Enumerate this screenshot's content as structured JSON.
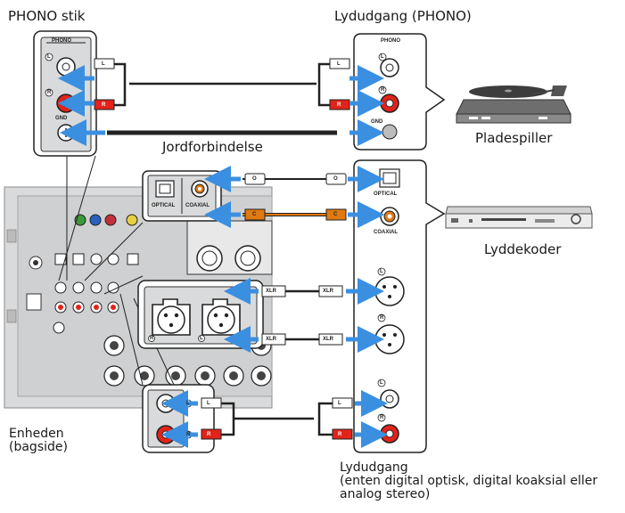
{
  "labels": {
    "phono_jack": "PHONO stik",
    "audio_out_phono": "Lydudgang (PHONO)",
    "turntable": "Pladespiller",
    "ground_connection": "Jordforbindelse",
    "audio_decoder": "Lyddekoder",
    "unit_line1": "Enheden",
    "unit_line2": "(bagside)",
    "audio_out_line1": "Lydudgang",
    "audio_out_line2": "(enten digital optisk, digital koaksial eller",
    "audio_out_line3": "analog stereo)"
  },
  "jack_labels": {
    "phono": "PHONO",
    "gnd": "GND",
    "optical": "OPTICAL",
    "coaxial": "COAXIAL",
    "L": "L",
    "R": "R",
    "O": "O",
    "C": "C",
    "xlr": "XLR"
  },
  "colors": {
    "arrow": "#3b8fe0",
    "red_plug": "#e2231a",
    "coax_orange": "#e07a10",
    "panel_gray": "#d9dadb",
    "outline": "#222222"
  },
  "icons": [
    "turntable-icon",
    "cd-player-icon",
    "rca-jack-icon",
    "xlr-jack-icon",
    "optical-jack-icon",
    "coaxial-jack-icon",
    "ground-terminal-icon"
  ]
}
